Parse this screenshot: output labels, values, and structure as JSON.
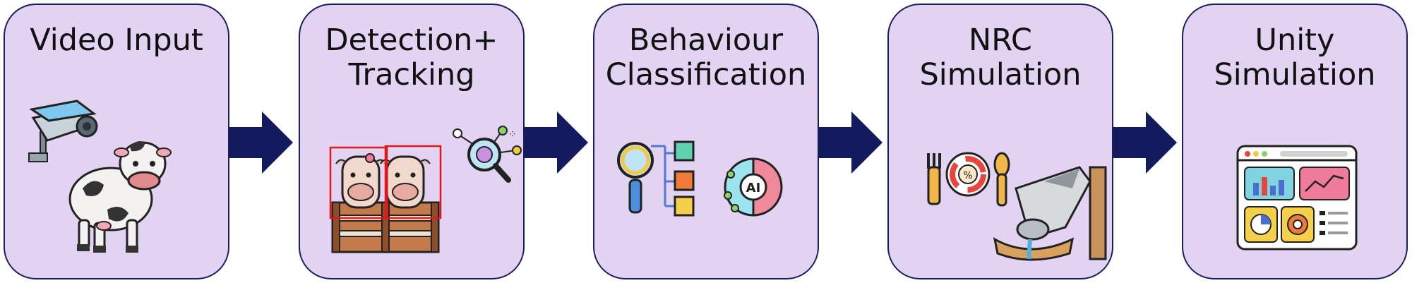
{
  "stages": [
    {
      "title": "Video Input",
      "icon": "cctv-camera-and-cow-icon"
    },
    {
      "title": "Detection+\nTracking",
      "icon": "cows-with-bounding-boxes-icon"
    },
    {
      "title": "Behaviour\nClassification",
      "icon": "magnifier-decision-tree-ai-brain-icon"
    },
    {
      "title": "NRC\nSimulation",
      "icon": "nutrition-and-feeding-cow-icon"
    },
    {
      "title": "Unity\nSimulation",
      "icon": "simulation-dashboard-icon"
    }
  ],
  "colors": {
    "panel_fill": "#e3d3f2",
    "panel_border": "#1a1f5c",
    "arrow": "#131b5e",
    "bbox": "#e4161a"
  },
  "ai_badge": "AI"
}
